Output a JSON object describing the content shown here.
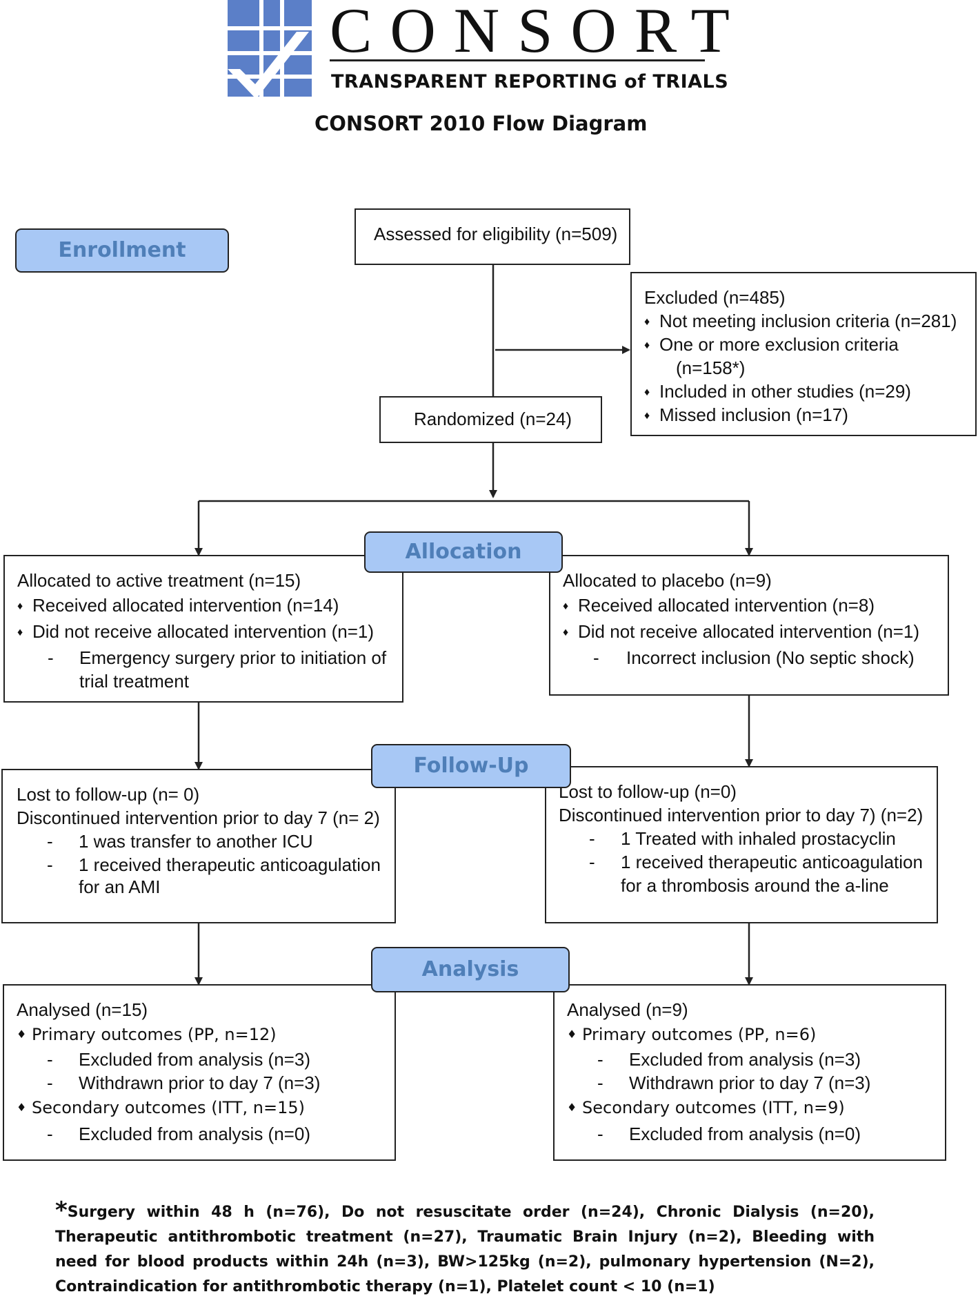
{
  "header": {
    "logo_word": "CONSORT",
    "logo_tagline": "TRANSPARENT REPORTING of TRIALS",
    "diagram_title": "CONSORT 2010 Flow Diagram"
  },
  "stages": {
    "enrollment": "Enrollment",
    "allocation": "Allocation",
    "followup": "Follow-Up",
    "analysis": "Analysis"
  },
  "enrollment": {
    "assessed": "Assessed for eligibility (n=509)",
    "excluded": {
      "title": "Excluded (n=485)",
      "items": [
        "Not meeting inclusion criteria (n=281)",
        "One or more exclusion criteria",
        "Included in other studies (n=29)",
        "Missed inclusion (n=17)"
      ],
      "item2_cont": "(n=158*)"
    },
    "randomized": "Randomized (n=24)"
  },
  "allocation": {
    "left": {
      "title": "Allocated to active treatment (n=15)",
      "received": "Received allocated intervention (n=14)",
      "not_received": "Did not receive allocated intervention (n=1)",
      "reason_line1": "Emergency surgery prior to initiation of",
      "reason_line2": "trial treatment"
    },
    "right": {
      "title": "Allocated to placebo (n=9)",
      "received": "Received allocated intervention (n=8)",
      "not_received": "Did not receive allocated intervention (n=1)",
      "reason_line1": "Incorrect inclusion (No septic shock)"
    }
  },
  "followup": {
    "left": {
      "lost": "Lost to follow-up (n= 0)",
      "discontinued": "Discontinued intervention prior to day 7 (n= 2)",
      "reason1": "1 was transfer to another ICU",
      "reason2_line1": "1 received therapeutic anticoagulation",
      "reason2_line2": "for an AMI"
    },
    "right": {
      "lost": "Lost to follow-up (n=0)",
      "discontinued": "Discontinued intervention prior to day 7) (n=2)",
      "reason1": "1 Treated with inhaled prostacyclin",
      "reason2_line1": "1 received therapeutic anticoagulation",
      "reason2_line2": "for a thrombosis around the a-line"
    }
  },
  "analysis": {
    "left": {
      "title": "Analysed (n=15)",
      "primary": "Primary outcomes (PP, n=12)",
      "primary_excl": "Excluded from analysis (n=3)",
      "primary_withdrawn": "Withdrawn prior to day 7 (n=3)",
      "secondary": "Secondary outcomes (ITT, n=15)",
      "secondary_excl": "Excluded from analysis (n=0)"
    },
    "right": {
      "title": "Analysed (n=9)",
      "primary": "Primary outcomes (PP, n=6)",
      "primary_excl": "Excluded from analysis (n=3)",
      "primary_withdrawn": "Withdrawn prior to day 7 (n=3)",
      "secondary": "Secondary outcomes (ITT, n=9)",
      "secondary_excl": "Excluded from analysis (n=0)"
    }
  },
  "footnote": {
    "star": "*",
    "text": "Surgery within 48 h (n=76), Do not resuscitate order (n=24), Chronic Dialysis (n=20), Therapeutic antithrombotic treatment (n=27), Traumatic Brain Injury (n=2), Bleeding with need for blood products within 24h (n=3), BW>125kg (n=2), pulmonary hypertension (N=2), Contraindication for antithrombotic therapy (n=1), Platelet count < 10 (n=1)"
  },
  "glyphs": {
    "bullet": "♦",
    "dash": "-"
  },
  "colors": {
    "logo_blue": "#5b7fc8",
    "stage_fill": "#a8c8f5",
    "stage_text": "#4f7fb8"
  }
}
